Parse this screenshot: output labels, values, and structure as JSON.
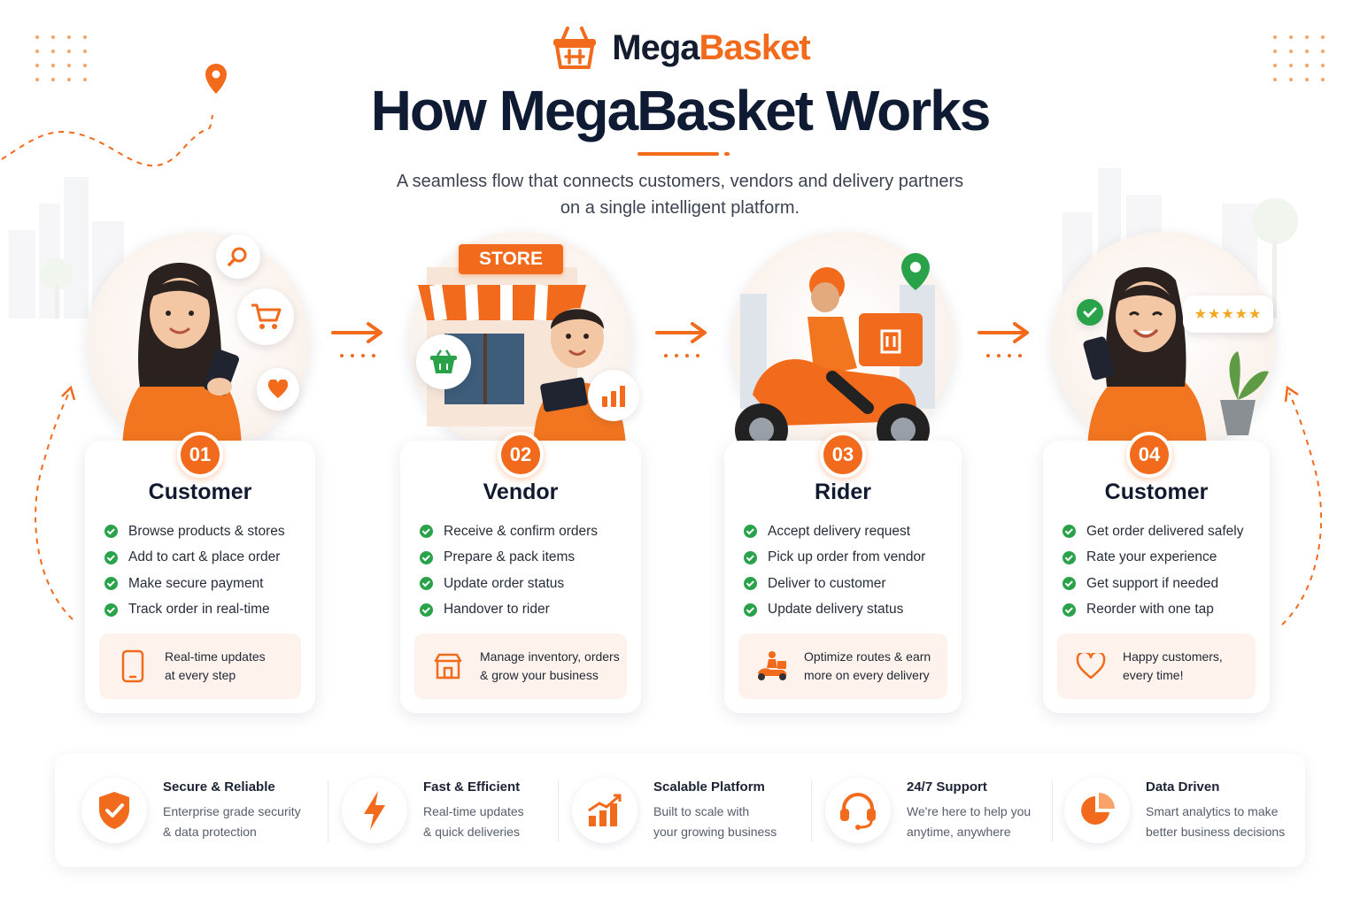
{
  "brand": {
    "name_part1": "Mega",
    "name_part2": "Basket"
  },
  "header": {
    "title": "How MegaBasket Works",
    "subtitle_line1": "A seamless flow that connects customers, vendors and delivery partners",
    "subtitle_line2": "on a single intelligent platform."
  },
  "portrait_labels": {
    "store_sign": "STORE",
    "rating": "★★★★★"
  },
  "steps": [
    {
      "number": "01",
      "title": "Customer",
      "items": [
        "Browse products & stores",
        "Add to cart & place order",
        "Make secure payment",
        "Track order in real-time"
      ],
      "tip_line1": "Real-time updates",
      "tip_line2": "at every step",
      "tip_icon": "phone-icon"
    },
    {
      "number": "02",
      "title": "Vendor",
      "items": [
        "Receive & confirm orders",
        "Prepare & pack items",
        "Update order status",
        "Handover to rider"
      ],
      "tip_line1": "Manage inventory, orders",
      "tip_line2": "& grow your business",
      "tip_icon": "store-icon"
    },
    {
      "number": "03",
      "title": "Rider",
      "items": [
        "Accept delivery request",
        "Pick up order from vendor",
        "Deliver to customer",
        "Update delivery status"
      ],
      "tip_line1": "Optimize routes & earn",
      "tip_line2": "more on every delivery",
      "tip_icon": "scooter-icon"
    },
    {
      "number": "04",
      "title": "Customer",
      "items": [
        "Get order delivered safely",
        "Rate your experience",
        "Get support if needed",
        "Reorder with one tap"
      ],
      "tip_line1": "Happy customers,",
      "tip_line2": "every time!",
      "tip_icon": "heart-icon"
    }
  ],
  "features": [
    {
      "title": "Secure & Reliable",
      "desc_line1": "Enterprise grade security",
      "desc_line2": "& data protection",
      "icon": "shield-check-icon"
    },
    {
      "title": "Fast & Efficient",
      "desc_line1": "Real-time updates",
      "desc_line2": "& quick deliveries",
      "icon": "lightning-icon"
    },
    {
      "title": "Scalable Platform",
      "desc_line1": "Built to scale with",
      "desc_line2": "your growing business",
      "icon": "growth-chart-icon"
    },
    {
      "title": "24/7 Support",
      "desc_line1": "We're here to help you",
      "desc_line2": "anytime, anywhere",
      "icon": "headset-icon"
    },
    {
      "title": "Data Driven",
      "desc_line1": "Smart analytics to make",
      "desc_line2": "better business decisions",
      "icon": "pie-chart-icon"
    }
  ],
  "colors": {
    "accent": "#f26a1b",
    "check": "#2aa24a",
    "navy": "#0f1a33",
    "tip_bg": "#fdf3ec"
  }
}
